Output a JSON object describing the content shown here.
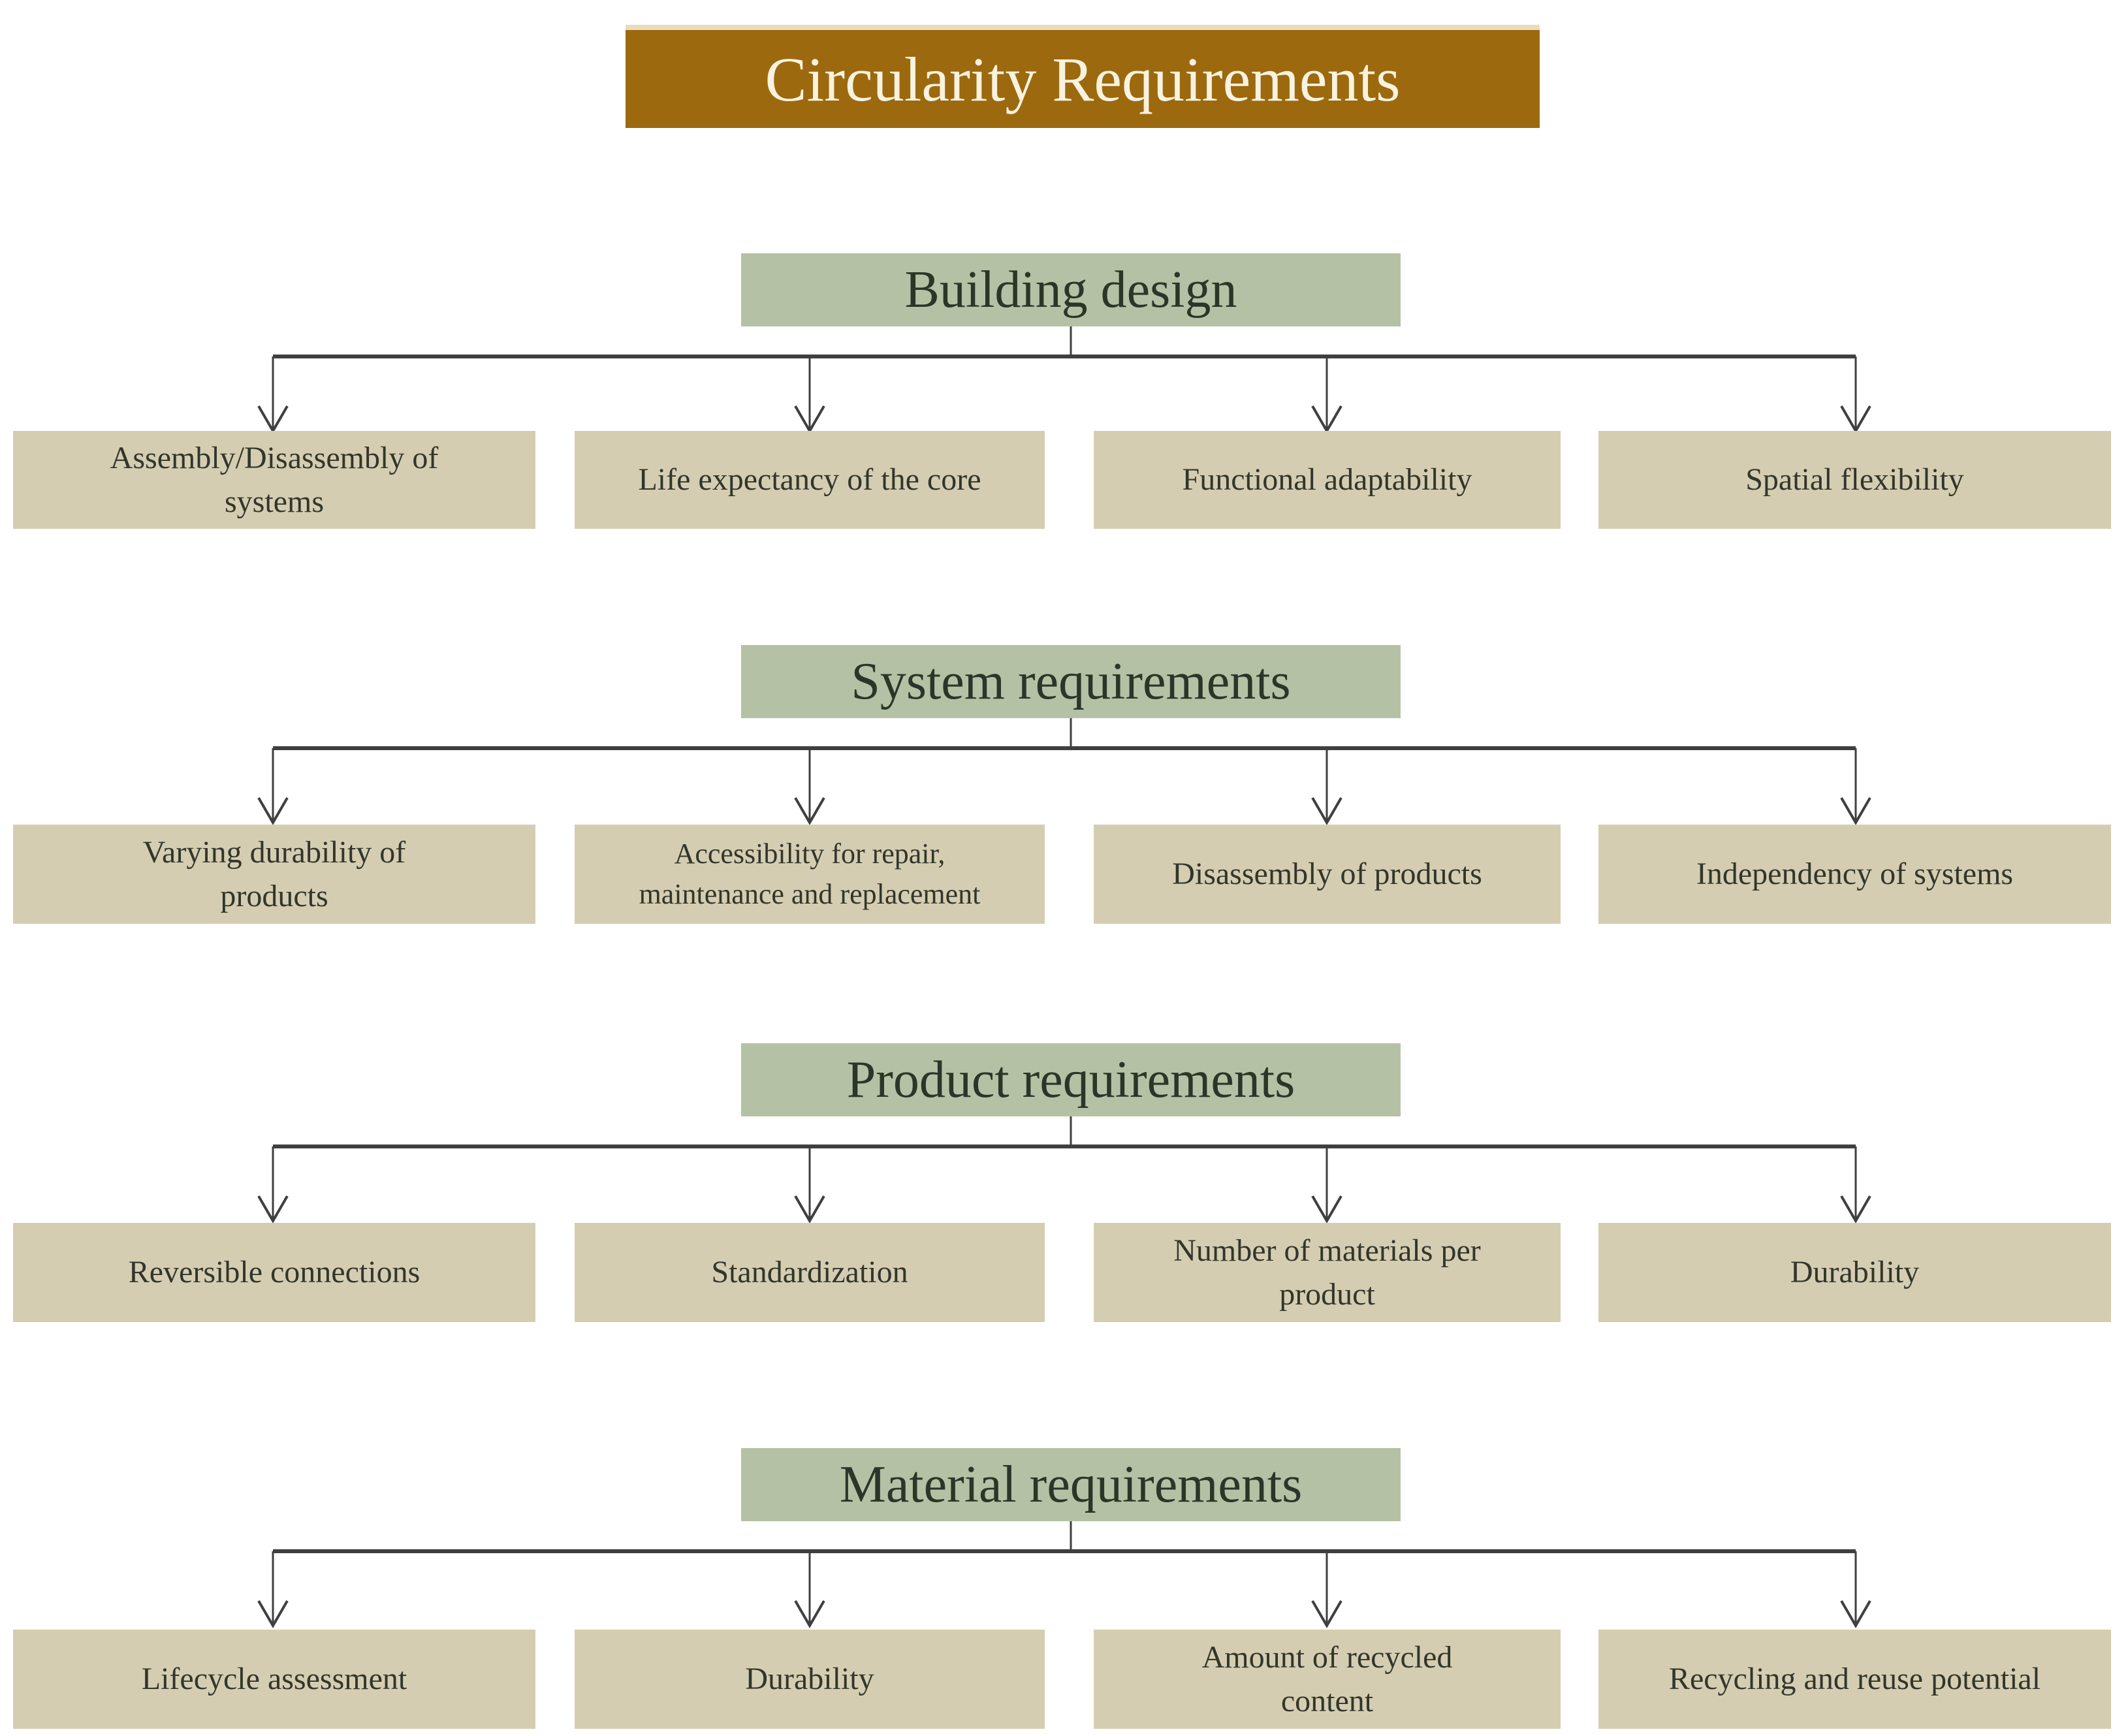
{
  "title": "Circularity Requirements",
  "colors": {
    "page_bg": "#ffffff",
    "title_bg": "#9c690e",
    "title_top_edge": "#e9dcbd",
    "title_text": "#f8f2df",
    "header_bg": "#b5c1a4",
    "header_text": "#2c3527",
    "box_bg": "#d5cdb2",
    "box_text": "#32362a",
    "line": "#3f3f3f"
  },
  "connector_style": {
    "arrow": "open-chevron-down",
    "bus": "horizontal-line"
  },
  "sections": [
    {
      "header": "Building design",
      "children": [
        "Assembly/Disassembly of systems",
        "Life expectancy of the core",
        "Functional adaptability",
        "Spatial flexibility"
      ]
    },
    {
      "header": "System requirements",
      "children": [
        "Varying durability of products",
        "Accessibility for repair, maintenance and replacement",
        "Disassembly of products",
        "Independency of systems"
      ]
    },
    {
      "header": "Product requirements",
      "children": [
        "Reversible connections",
        "Standardization",
        "Number of materials per product",
        "Durability"
      ]
    },
    {
      "header": "Material requirements",
      "children": [
        "Lifecycle assessment",
        "Durability",
        "Amount of recycled content",
        "Recycling and reuse potential"
      ]
    }
  ]
}
